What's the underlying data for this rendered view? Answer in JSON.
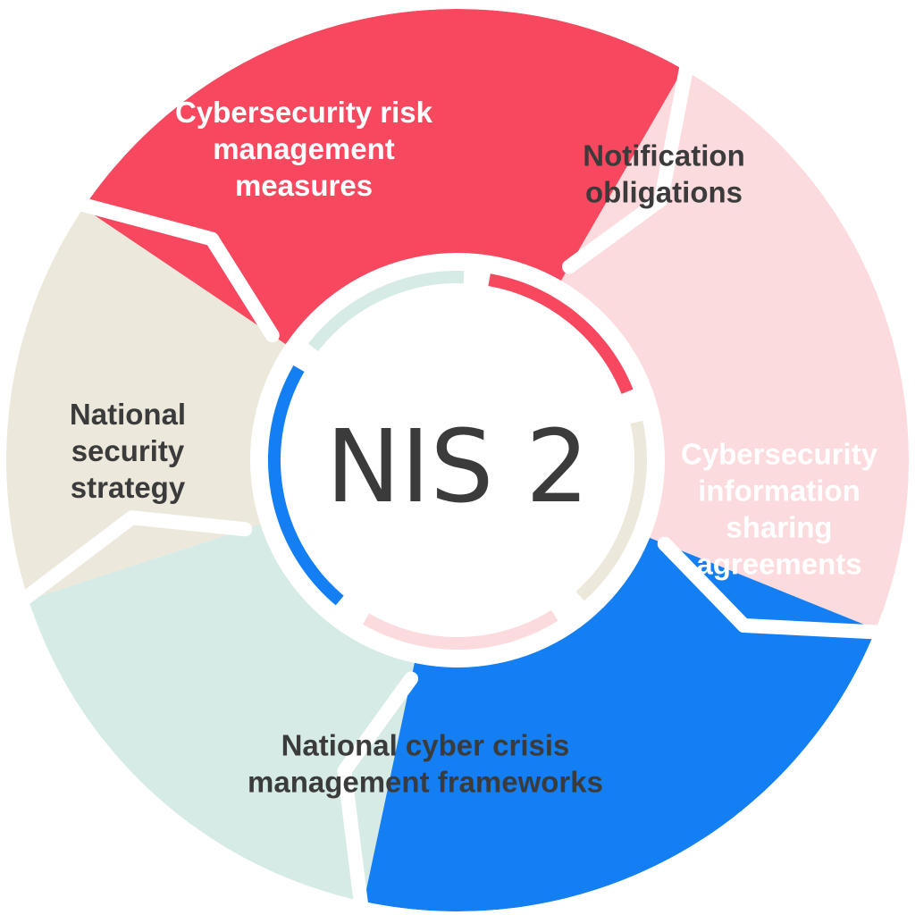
{
  "center": {
    "title": "NIS 2",
    "text_color": "#3b3b3b"
  },
  "colors": {
    "red": "#f7485f",
    "pink": "#fcdbdf",
    "blue": "#137ff3",
    "mint": "#d6ebe6",
    "beige": "#ede8dc",
    "gap": "#ffffff",
    "dark_text": "#3b3b3b",
    "light_text": "#ffffff"
  },
  "segments": [
    {
      "name": "risk",
      "label_lines": [
        "Cybersecurity risk",
        "management",
        "measures"
      ],
      "fill": "#f7485f",
      "text_color": "#ffffff"
    },
    {
      "name": "notification",
      "label_lines": [
        "Notification",
        "obligations"
      ],
      "fill": "#fcdbdf",
      "text_color": "#3b3b3b"
    },
    {
      "name": "sharing",
      "label_lines": [
        "Cybersecurity",
        "information",
        "sharing",
        "agreements"
      ],
      "fill": "#137ff3",
      "text_color": "#ffffff"
    },
    {
      "name": "crisis",
      "label_lines": [
        "National cyber crisis",
        "management frameworks"
      ],
      "fill": "#d6ebe6",
      "text_color": "#3b3b3b"
    },
    {
      "name": "strategy",
      "label_lines": [
        "National",
        "security",
        "strategy"
      ],
      "fill": "#ede8dc",
      "text_color": "#3b3b3b"
    }
  ],
  "inner_ring": [
    {
      "name": "red-arc",
      "color": "#f7485f"
    },
    {
      "name": "beige-arc",
      "color": "#ede8dc"
    },
    {
      "name": "pink-arc",
      "color": "#fcdbdf"
    },
    {
      "name": "blue-arc",
      "color": "#137ff3"
    },
    {
      "name": "mint-arc",
      "color": "#d6ebe6"
    }
  ]
}
